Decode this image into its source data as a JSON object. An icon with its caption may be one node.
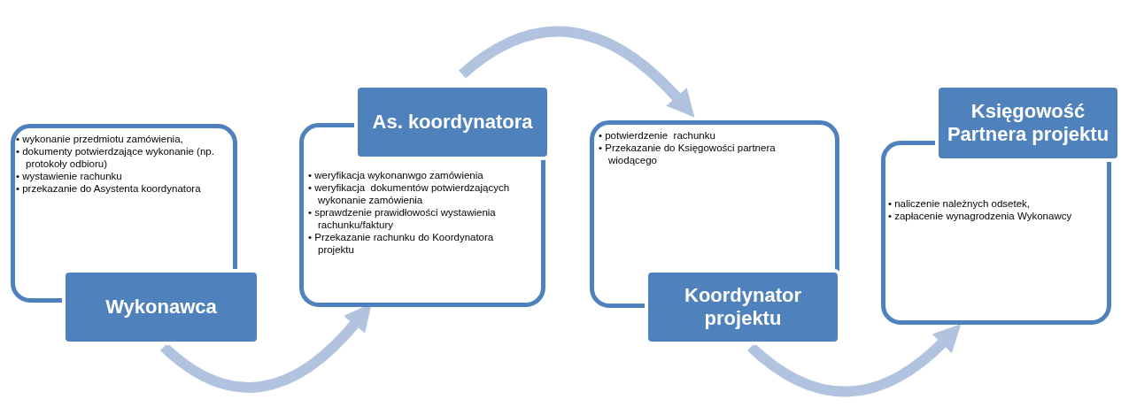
{
  "diagram": {
    "nodes": [
      {
        "text": [
          "• wykonanie przedmiotu zamówienia,",
          "• dokumenty potwierdzające wykonanie (np. protokoły odbioru)",
          "• wystawienie rachunku",
          "• przekazanie do Asystenta koordynatora",
          "Wykonawca"
        ]
      },
      {
        "text": [
          "As. koordynatora",
          "• weryfikacja wykonanwgo zamówienia",
          "• weryfikacja  dokumentów potwierdzających wykonanie zamówienia",
          "• sprawdzenie prawidłowości wystawienia rachunku/faktury",
          "• Przekazanie rachunku do Koordynatora projektu"
        ]
      },
      {
        "text": [
          "• potwierdzenie  rachunku",
          "• Przekazanie do Księgowości partnera wiodącego",
          "Koordynator projektu"
        ]
      },
      {
        "text": [
          "Księgowość Partnera projektu",
          "• naliczenie należnych odsetek,",
          "• zapłacenie wynagrodzenia Wykonawcy"
        ]
      }
    ],
    "edges": [
      {
        "from": 0,
        "to": 1,
        "arrow": "to"
      },
      {
        "from": 1,
        "to": 2,
        "arrow": "to"
      },
      {
        "from": 2,
        "to": 3,
        "arrow": "to"
      }
    ]
  }
}
